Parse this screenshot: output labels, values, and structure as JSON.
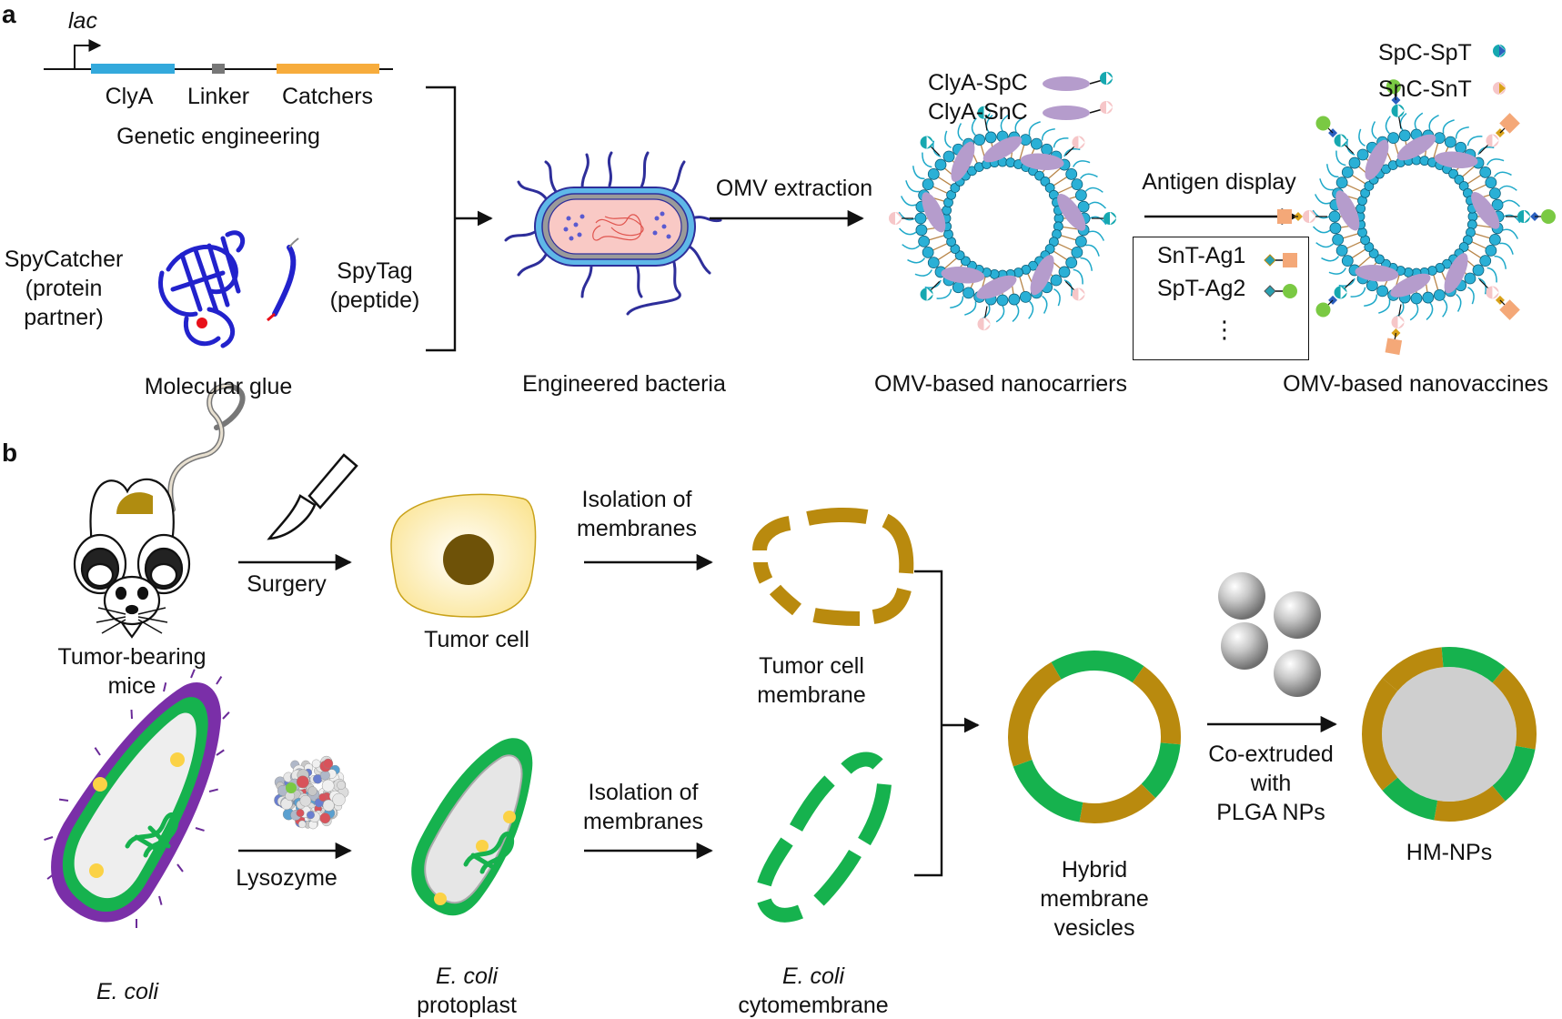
{
  "panels": {
    "a": "a",
    "b": "b"
  },
  "panel_a": {
    "promoter": "lac",
    "gene_parts": [
      "ClyA",
      "Linker",
      "Catchers"
    ],
    "genetic_engineering": "Genetic engineering",
    "spycatcher": [
      "SpyCatcher",
      "(protein",
      "partner)"
    ],
    "spytag": [
      "SpyTag",
      "(peptide)"
    ],
    "molecular_glue": "Molecular glue",
    "omv_extraction": "OMV extraction",
    "engineered_bacteria": "Engineered bacteria",
    "fusion_labels": [
      "ClyA-SpC",
      "ClyA-SnC"
    ],
    "nanocarriers": "OMV-based nanocarriers",
    "antigen_display": "Antigen display",
    "antigen_box": [
      "SnT-Ag1",
      "SpT-Ag2",
      "⋮"
    ],
    "catcher_labels": [
      "SpC-SpT",
      "SnC-SnT"
    ],
    "nanovaccines": "OMV-based nanovaccines"
  },
  "panel_b": {
    "mice": [
      "Tumor-bearing",
      "mice"
    ],
    "surgery": "Surgery",
    "tumor_cell": "Tumor cell",
    "isolation_top": [
      "Isolation of",
      "membranes"
    ],
    "tumor_membrane": [
      "Tumor cell",
      "membrane"
    ],
    "ecoli": "E. coli",
    "lysozyme": "Lysozyme",
    "protoplast": [
      "E. coli",
      "protoplast"
    ],
    "isolation_bottom": [
      "Isolation of",
      "membranes"
    ],
    "cytomembrane": [
      "E. coli",
      "cytomembrane"
    ],
    "hybrid": [
      "Hybrid",
      "membrane",
      "vesicles"
    ],
    "coextruded": [
      "Co-extruded",
      "with",
      "PLGA NPs"
    ],
    "hmnps": "HM-NPs"
  },
  "colors": {
    "clya_blue": "#33a9dc",
    "linker_gray": "#777777",
    "catcher_orange": "#f7ac3c",
    "protein_blue": "#2222cc",
    "omv_cyan": "#1fa9c9",
    "lipid_head": "#2ab0d6",
    "clya_purple": "#b59ccc",
    "spycatcher_teal": "#16a8b0",
    "snoopcatcher_pink": "#f6c6c8",
    "antigen1_orange": "#f4a878",
    "antigen2_green": "#7ac943",
    "tumor_gold": "#b98a0e",
    "ecoli_green": "#16b24e",
    "ecoli_purple": "#7a2fa8",
    "tumor_cell_fill": "#fdf3b5",
    "nucleus": "#6e5208",
    "plga_gray": "#cfcfcf"
  }
}
